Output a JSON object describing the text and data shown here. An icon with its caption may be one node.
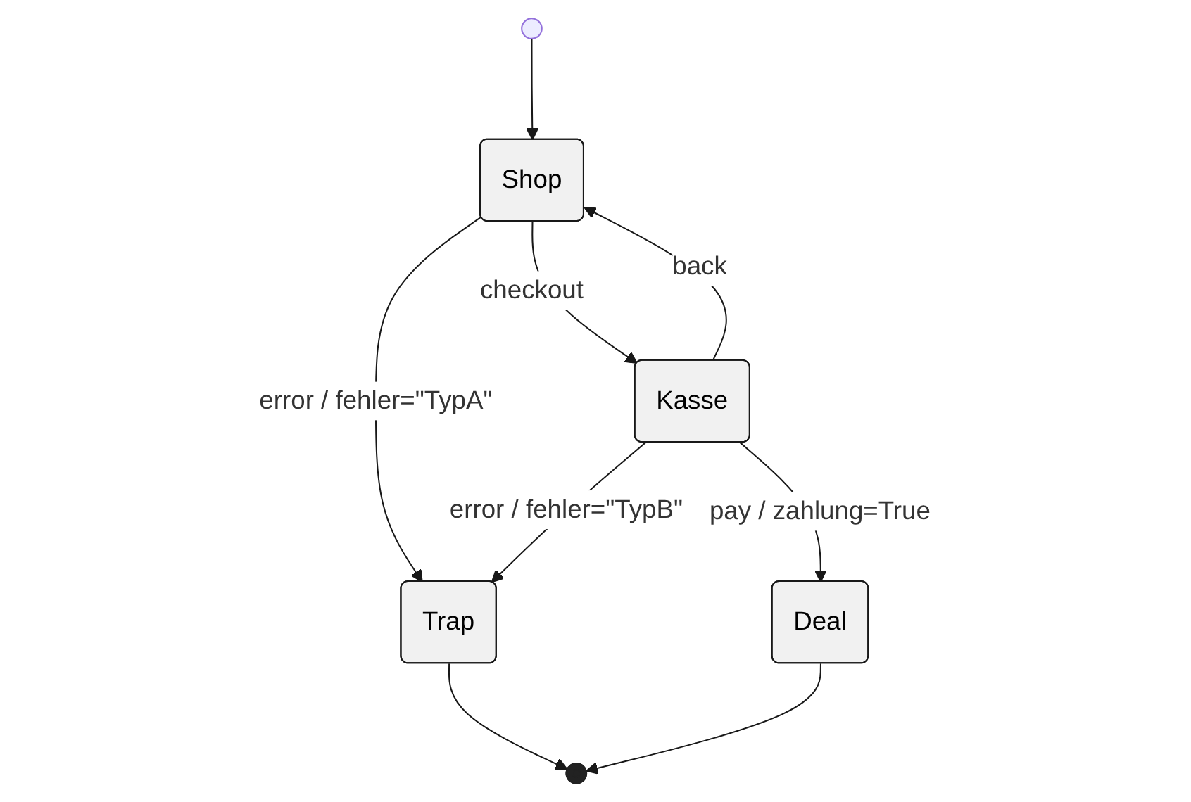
{
  "diagram": {
    "nodes": [
      {
        "text": [],
        "shape": "circle"
      },
      {
        "text": [
          "Shop"
        ]
      },
      {
        "text": [
          "Kasse"
        ]
      },
      {
        "text": [
          "Trap"
        ]
      },
      {
        "text": [
          "Deal"
        ]
      },
      {
        "text": [],
        "shape": "circle"
      }
    ],
    "edges": [
      {
        "from": 0,
        "to": 1,
        "arrow": "to"
      },
      {
        "from": 1,
        "to": 2,
        "label": "checkout",
        "arrow": "to"
      },
      {
        "from": 2,
        "to": 1,
        "label": "back",
        "arrow": "to"
      },
      {
        "from": 1,
        "to": 3,
        "label": "error / fehler=\"TypA\"",
        "arrow": "to"
      },
      {
        "from": 2,
        "to": 3,
        "label": "error / fehler=\"TypB\"",
        "arrow": "to"
      },
      {
        "from": 2,
        "to": 4,
        "label": "pay / zahlung=True",
        "arrow": "to"
      },
      {
        "from": 3,
        "to": 5,
        "arrow": "to"
      },
      {
        "from": 4,
        "to": 5,
        "arrow": "to"
      }
    ]
  }
}
